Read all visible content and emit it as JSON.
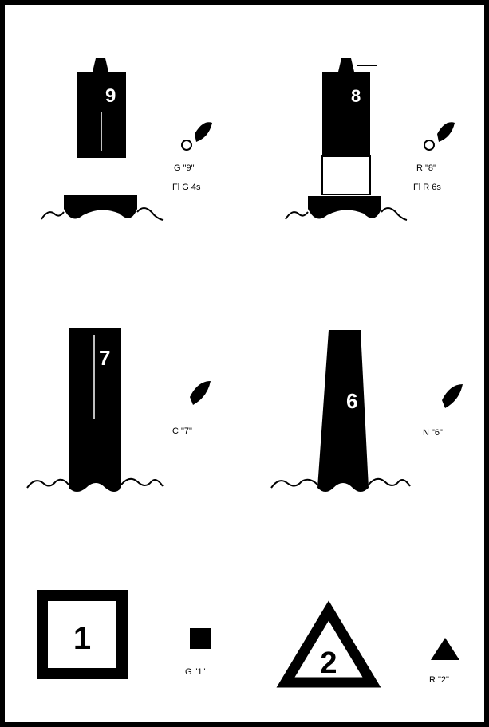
{
  "colors": {
    "marker": "#000000",
    "background": "#ffffff",
    "number_on_dark": "#ffffff"
  },
  "buoys": [
    {
      "number": "9",
      "label_line1": "G \"9\"",
      "label_line2": "Fl G 4s",
      "light_icon": "light-flare-icon"
    },
    {
      "number": "8",
      "label_line1": "R \"8\"",
      "label_line2": "Fl R 6s",
      "light_icon": "light-flare-icon"
    },
    {
      "number": "7",
      "label_line1": "C \"7\"",
      "light_icon": "light-flare-icon"
    },
    {
      "number": "6",
      "label_line1": "N \"6\"",
      "light_icon": "light-flare-icon"
    }
  ],
  "daybeacons": [
    {
      "number": "1",
      "shape": "square",
      "label": "G \"1\""
    },
    {
      "number": "2",
      "shape": "triangle",
      "label": "R \"2\""
    }
  ]
}
